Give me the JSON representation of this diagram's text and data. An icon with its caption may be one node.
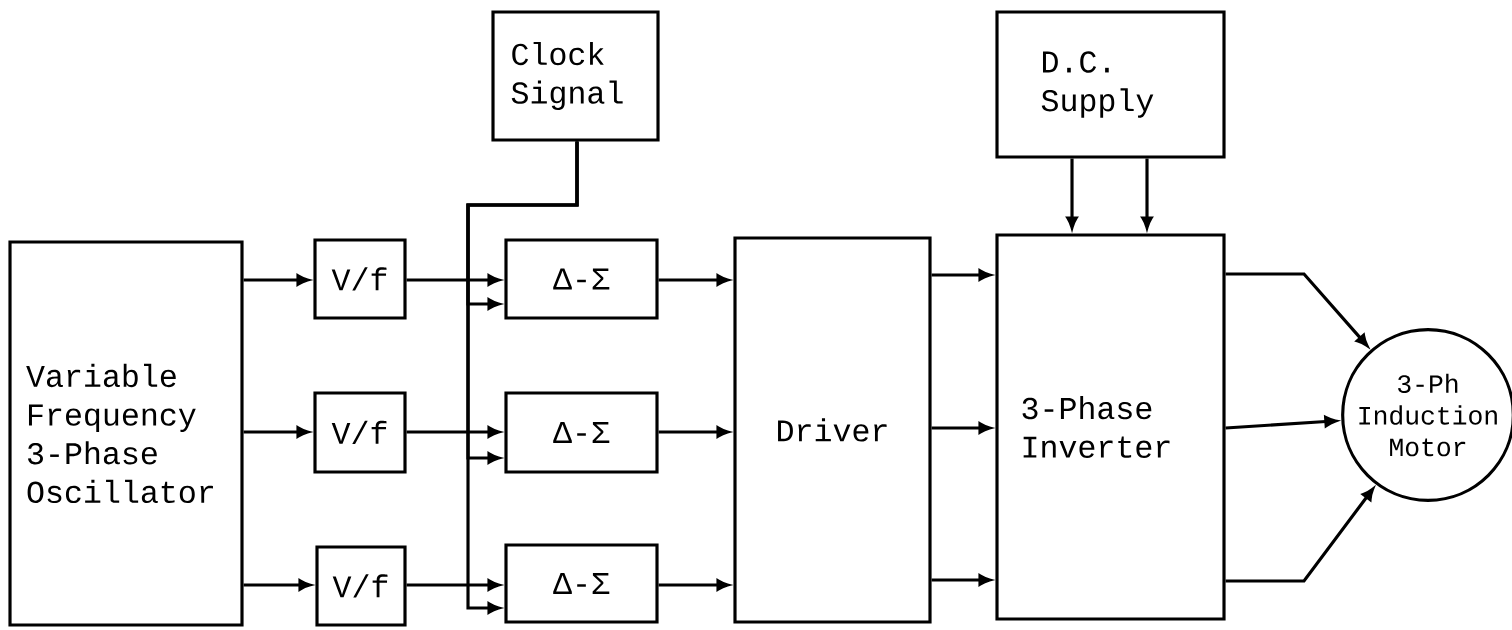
{
  "diagram": {
    "nodes": [
      {
        "text": [
          "Variable Frequency 3-Phase Oscillator"
        ]
      },
      {
        "text": [
          "V/f"
        ]
      },
      {
        "text": [
          "V/f"
        ]
      },
      {
        "text": [
          "V/f"
        ]
      },
      {
        "text": [
          "Clock Signal"
        ]
      },
      {
        "text": [
          "Δ-Σ"
        ]
      },
      {
        "text": [
          "Δ-Σ"
        ]
      },
      {
        "text": [
          "Δ-Σ"
        ]
      },
      {
        "text": [
          "Driver"
        ]
      },
      {
        "text": [
          "D.C. Supply"
        ]
      },
      {
        "text": [
          "3-Phase Inverter"
        ]
      },
      {
        "text": [
          "3-Ph Induction Motor"
        ]
      }
    ],
    "edges": [
      {
        "from": 0,
        "to": 1,
        "arrow": "to"
      },
      {
        "from": 0,
        "to": 2,
        "arrow": "to"
      },
      {
        "from": 0,
        "to": 3,
        "arrow": "to"
      },
      {
        "from": 1,
        "to": 5,
        "arrow": "to"
      },
      {
        "from": 2,
        "to": 6,
        "arrow": "to"
      },
      {
        "from": 3,
        "to": 7,
        "arrow": "to"
      },
      {
        "from": 4,
        "to": 5,
        "arrow": "to"
      },
      {
        "from": 4,
        "to": 6,
        "arrow": "to"
      },
      {
        "from": 4,
        "to": 7,
        "arrow": "to"
      },
      {
        "from": 5,
        "to": 8,
        "arrow": "to"
      },
      {
        "from": 6,
        "to": 8,
        "arrow": "to"
      },
      {
        "from": 7,
        "to": 8,
        "arrow": "to"
      },
      {
        "from": 8,
        "to": 10,
        "arrow": "to"
      },
      {
        "from": 8,
        "to": 10,
        "arrow": "to"
      },
      {
        "from": 8,
        "to": 10,
        "arrow": "to"
      },
      {
        "from": 9,
        "to": 10,
        "arrow": "to"
      },
      {
        "from": 9,
        "to": 10,
        "arrow": "to"
      },
      {
        "from": 10,
        "to": 11,
        "arrow": "to"
      },
      {
        "from": 10,
        "to": 11,
        "arrow": "to"
      },
      {
        "from": 10,
        "to": 11,
        "arrow": "to"
      }
    ]
  }
}
